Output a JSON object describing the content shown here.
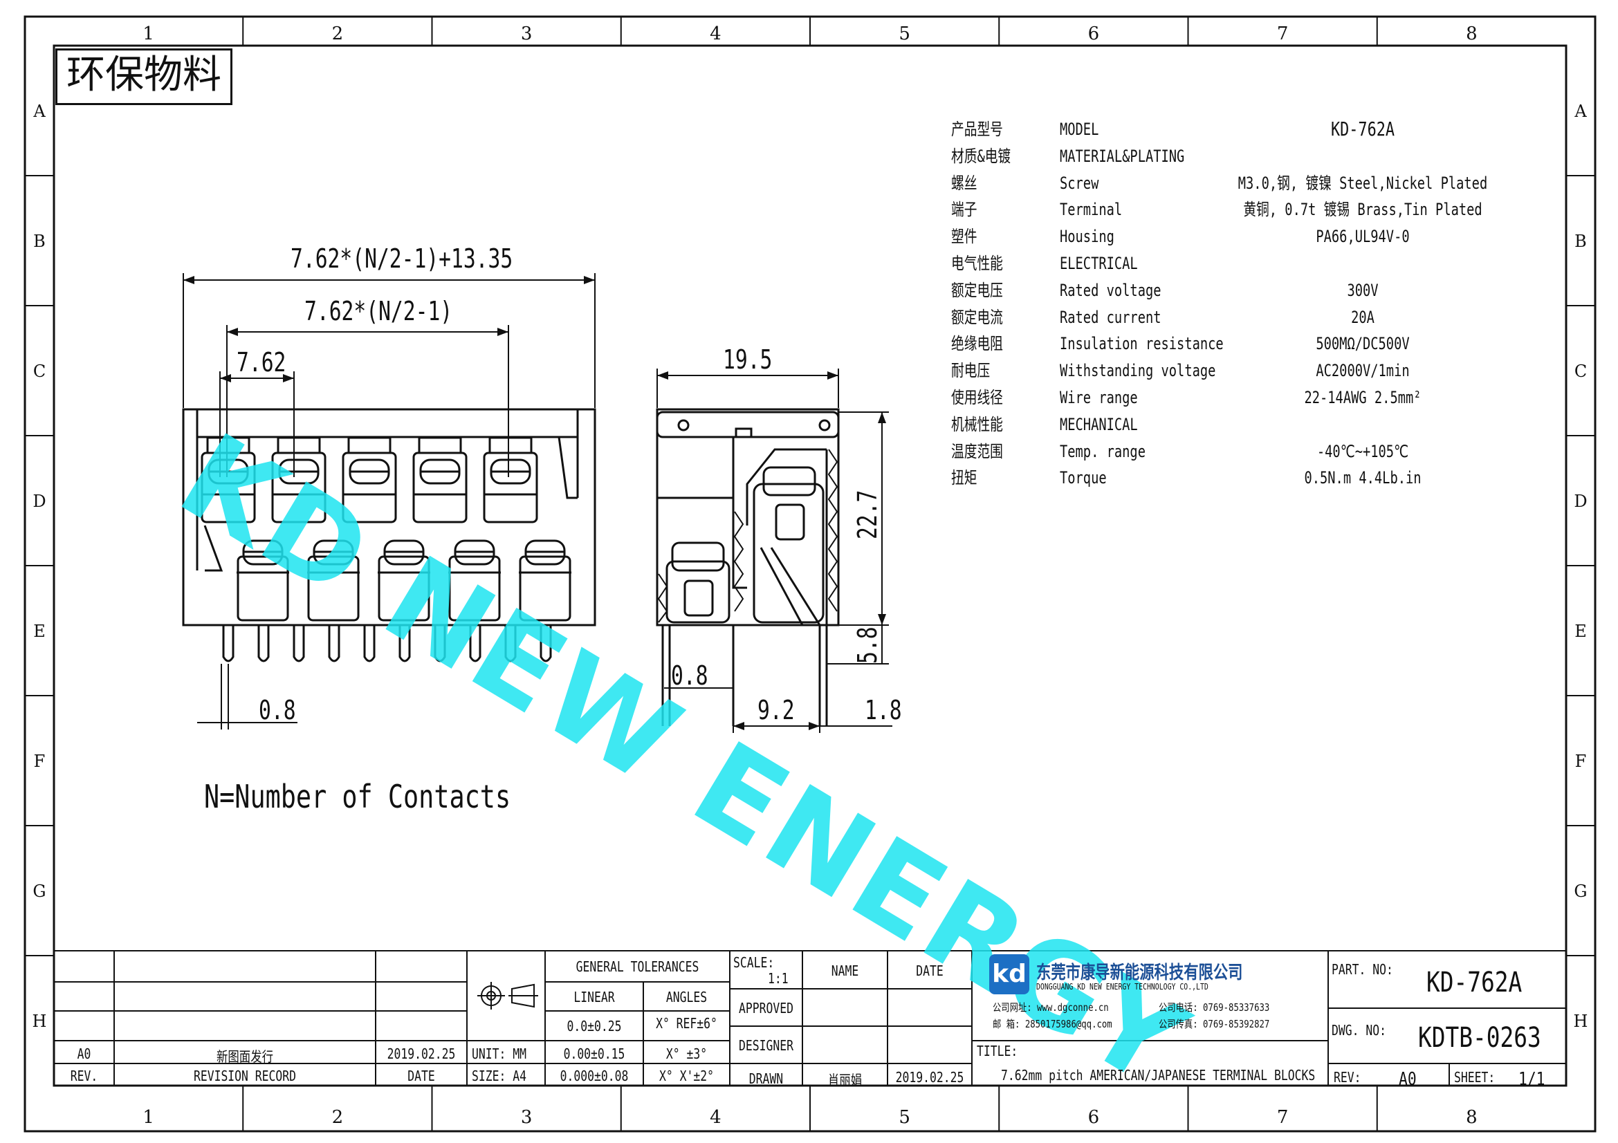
{
  "stamp": "环保物料",
  "watermark": "KD NEW ENERGY",
  "grid": {
    "cols": [
      "1",
      "2",
      "3",
      "4",
      "5",
      "6",
      "7",
      "8"
    ],
    "rows": [
      "A",
      "B",
      "C",
      "D",
      "E",
      "F",
      "G",
      "H"
    ]
  },
  "dimensions": {
    "overall": "7.62*(N/2-1)+13.35",
    "span": "7.62*(N/2-1)",
    "pitch": "7.62",
    "pin_width": "0.8",
    "depth": "19.5",
    "height": "22.7",
    "pin_length": "5.8",
    "pin_width_side": "0.8",
    "pin_spacing": "9.2",
    "pin_offset": "1.8"
  },
  "note": "N=Number of Contacts",
  "specs": [
    {
      "cn": "产品型号",
      "en": "MODEL",
      "val": "KD-762A"
    },
    {
      "cn": "材质&电镀",
      "en": "MATERIAL&PLATING",
      "val": ""
    },
    {
      "cn": "螺丝",
      "en": "Screw",
      "val": "M3.0,钢, 镀镍 Steel,Nickel Plated"
    },
    {
      "cn": "端子",
      "en": "Terminal",
      "val": "黄铜, 0.7t 镀锡 Brass,Tin Plated"
    },
    {
      "cn": "塑件",
      "en": "Housing",
      "val": "PA66,UL94V-0"
    },
    {
      "cn": "电气性能",
      "en": "ELECTRICAL",
      "val": ""
    },
    {
      "cn": "额定电压",
      "en": "Rated voltage",
      "val": "300V"
    },
    {
      "cn": "额定电流",
      "en": "Rated current",
      "val": "20A"
    },
    {
      "cn": "绝缘电阻",
      "en": "Insulation resistance",
      "val": "500MΩ/DC500V"
    },
    {
      "cn": "耐电压",
      "en": "Withstanding voltage",
      "val": "AC2000V/1min"
    },
    {
      "cn": "使用线径",
      "en": "Wire range",
      "val": "22-14AWG 2.5mm²"
    },
    {
      "cn": "机械性能",
      "en": "MECHANICAL",
      "val": ""
    },
    {
      "cn": "温度范围",
      "en": "Temp. range",
      "val": "-40℃~+105℃"
    },
    {
      "cn": "扭矩",
      "en": "Torque",
      "val": "0.5N.m  4.4Lb.in"
    }
  ],
  "titleblock": {
    "rev_code": "A0",
    "rev_desc": "新图面发行",
    "rev_date": "2019.02.25",
    "rev_label": "REV.",
    "record_label": "REVISION RECORD",
    "date_label": "DATE",
    "unit": "UNIT: MM",
    "size": "SIZE: A4",
    "tol_title": "GENERAL TOLERANCES",
    "linear": "LINEAR",
    "angles": "ANGLES",
    "lin1": "0.0±0.25",
    "lin2": "0.00±0.15",
    "lin3": "0.000±0.08",
    "ang1": "X° REF±6°",
    "ang2": "X° ±3°",
    "ang3": "X° X'±2°",
    "scale_label": "SCALE:",
    "scale": "1:1",
    "name_label": "NAME",
    "date2_label": "DATE",
    "approved": "APPROVED",
    "designer": "DESIGNER",
    "drawn": "DRAWN",
    "drawn_name": "肖丽娟",
    "drawn_date": "2019.02.25",
    "company_cn": "东莞市康导新能源科技有限公司",
    "company_en": "DONGGUANG KD NEW ENERGY TECHNOLOGY CO.,LTD",
    "web": "公司网址: www.dgconne.cn",
    "phone": "公司电话: 0769-85337633",
    "email": "邮    箱: 2850175986@qq.com",
    "fax": "公司传真: 0769-85392827",
    "logo": "kd",
    "title_label": "TITLE:",
    "title": "7.62mm pitch AMERICAN/JAPANESE TERMINAL BLOCKS",
    "part_label": "PART. NO:",
    "part_no": "KD-762A",
    "dwg_label": "DWG. NO:",
    "dwg_no": "KDTB-0263",
    "rev2_label": "REV:",
    "rev2": "A0",
    "sheet_label": "SHEET:",
    "sheet": "1/1"
  }
}
